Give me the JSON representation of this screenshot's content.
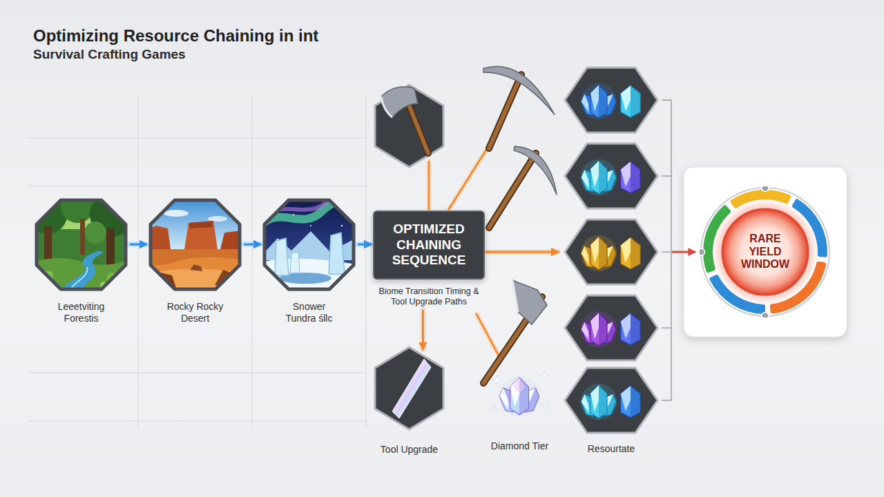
{
  "diagram": {
    "title": "Optimizing Resource Chaining in int",
    "nodes": [
      {
        "text": [
          "Leeetviting Forestis"
        ]
      },
      {
        "text": [
          "Rocky Rocky Desert"
        ]
      },
      {
        "text": [
          "Snower Tundra śllc"
        ]
      },
      {
        "text": [
          "OPTIMIZED CHAINING SEQUENCE",
          "Biome Transition Timing & Tool Upgrade Paths"
        ]
      },
      {
        "text": [
          "Tool Upgrade"
        ]
      },
      {
        "text": [
          "Diamond Tier"
        ]
      },
      {
        "text": [
          "Resourtate"
        ]
      },
      {
        "text": [
          "RARE YIELD WINDOW"
        ]
      }
    ],
    "edges": [
      {
        "from": 0,
        "to": 1,
        "arrow": "to"
      },
      {
        "from": 1,
        "to": 2,
        "arrow": "to"
      },
      {
        "from": 2,
        "to": 3,
        "arrow": "to"
      },
      {
        "from": 3,
        "to": 4,
        "arrow": "to"
      }
    ],
    "labels": [
      "Survival Crafting Games"
    ]
  }
}
